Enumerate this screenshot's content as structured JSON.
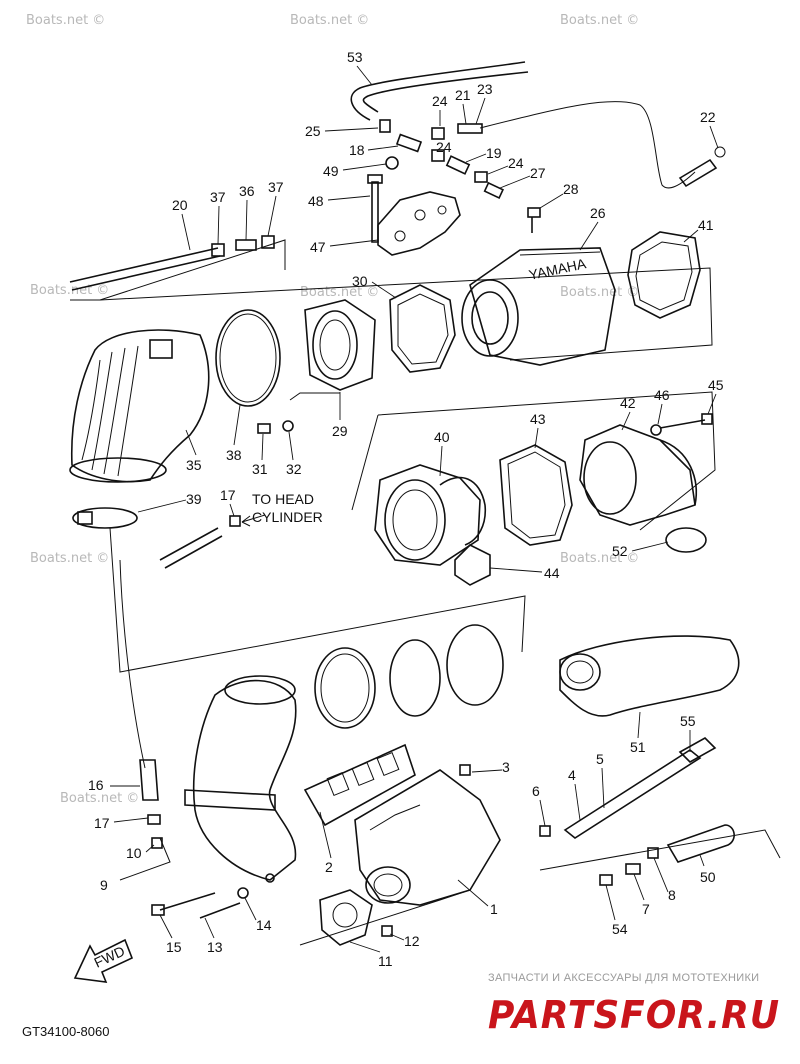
{
  "diagram": {
    "part_code": "GT34100-8060",
    "note_to_head_line1": "TO HEAD",
    "note_to_head_line2": "CYLINDER",
    "fwd_label": "FWD",
    "brand_on_part": "YAMAHA",
    "watermarks": [
      "Boats.net ©",
      "Boats.net ©",
      "Boats.net ©",
      "Boats.net ©",
      "Boats.net ©",
      "Boats.net ©",
      "Boats.net ©",
      "Boats.net ©",
      "Boats.net ©"
    ],
    "shop_caption": "ЗАПЧАСТИ И АКСЕССУАРЫ ДЛЯ МОТОТЕХНИКИ",
    "shop_logo": "PARTSFOR.RU",
    "callouts": [
      "53",
      "24",
      "21",
      "23",
      "25",
      "18",
      "24",
      "19",
      "22",
      "49",
      "24",
      "27",
      "48",
      "28",
      "20",
      "37",
      "36",
      "37",
      "47",
      "26",
      "41",
      "30",
      "45",
      "42",
      "46",
      "35",
      "38",
      "31",
      "32",
      "29",
      "43",
      "40",
      "39",
      "17",
      "44",
      "52",
      "51",
      "55",
      "16",
      "3",
      "5",
      "4",
      "6",
      "17",
      "10",
      "2",
      "1",
      "9",
      "50",
      "8",
      "7",
      "14",
      "54",
      "15",
      "13",
      "12",
      "11"
    ]
  }
}
